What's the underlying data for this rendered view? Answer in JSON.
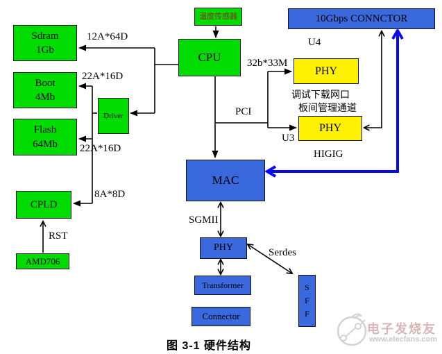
{
  "diagram": {
    "caption": "图 3-1  硬件结构",
    "blocks": {
      "temp_sensor": "温度传感器",
      "sdram": "Sdram\n1Gb",
      "boot": "Boot\n4Mb",
      "flash": "Flash\n64Mb",
      "driver": "Driver",
      "cpld": "CPLD",
      "amd706": "AMD706",
      "cpu": "CPU",
      "connector_10g": "10Gbps CONNCTOR",
      "phy_u4": "PHY",
      "phy_u3": "PHY",
      "mac": "MAC",
      "phy": "PHY",
      "transformer": "Transformer",
      "connector": "Connector",
      "sff": "S\nF\nF"
    },
    "labels": {
      "sdram_bus": "12A*64D",
      "boot_bus": "22A*16D",
      "flash_bus": "22A*16D",
      "cpld_bus": "8A*8D",
      "rst": "RST",
      "pci_bus": "32b*33M",
      "pci": "PCI",
      "u4": "U4",
      "u3": "U3",
      "debug_port": "调试下载网口",
      "board_mgmt": "板间管理通道",
      "higig": "HIGIG",
      "sgmii": "SGMII",
      "serdes": "Serdes"
    },
    "colors": {
      "block_green": "#00dc00",
      "block_blue": "#3a69de",
      "block_yellow": "#fff200",
      "temp_sensor_text": "#8b2a2a",
      "higig_arrow_blue": "#0a0af0",
      "line_black": "#000000"
    }
  },
  "watermark": {
    "brand": "电子发烧友",
    "url": "www.elecfans.com"
  }
}
